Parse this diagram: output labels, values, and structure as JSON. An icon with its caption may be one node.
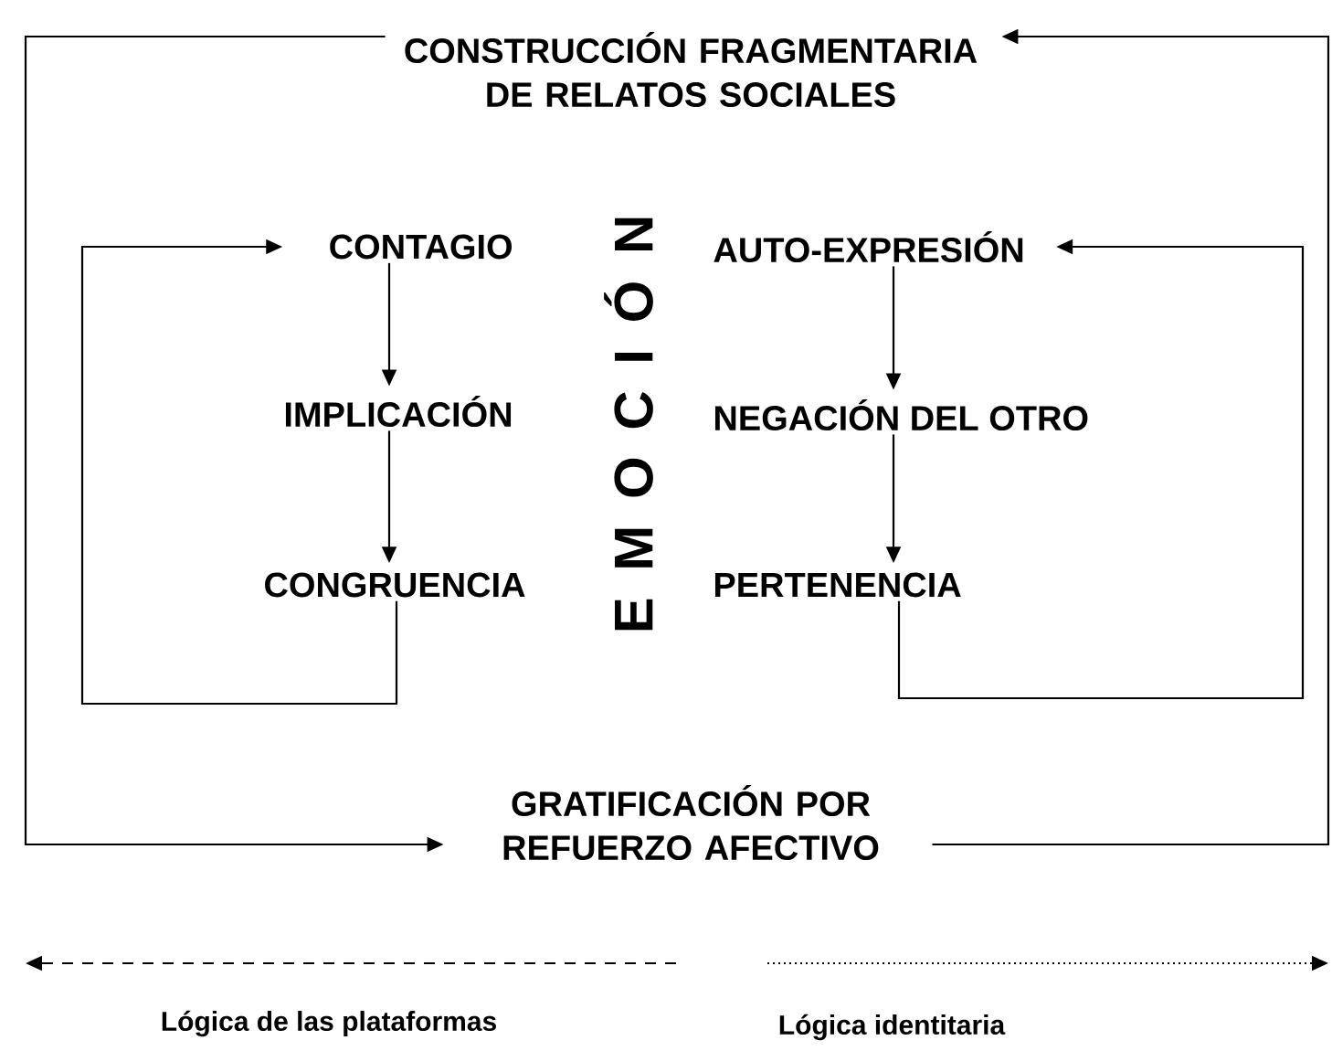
{
  "diagram": {
    "nodes": [
      {
        "text": [
          "CONSTRUCCIÓN FRAGMENTARIA DE RELATOS SOCIALES"
        ]
      },
      {
        "text": [
          "CONTAGIO"
        ]
      },
      {
        "text": [
          "AUTO-EXPRESIÓN"
        ]
      },
      {
        "text": [
          "IMPLICACIÓN"
        ]
      },
      {
        "text": [
          "NEGACIÓN DEL OTRO"
        ]
      },
      {
        "text": [
          "CONGRUENCIA"
        ]
      },
      {
        "text": [
          "PERTENENCIA"
        ]
      },
      {
        "text": [
          "GRATIFICACIÓN POR REFUERZO AFECTIVO"
        ]
      }
    ],
    "edges": [
      {
        "from": 0,
        "to": 7,
        "arrow": "to"
      },
      {
        "from": 7,
        "to": 0,
        "arrow": "to"
      },
      {
        "from": 1,
        "to": 3,
        "arrow": "to"
      },
      {
        "from": 3,
        "to": 5,
        "arrow": "to"
      },
      {
        "from": 5,
        "to": 1,
        "arrow": "to"
      },
      {
        "from": 2,
        "to": 4,
        "arrow": "to"
      },
      {
        "from": 4,
        "to": 6,
        "arrow": "to"
      },
      {
        "from": 6,
        "to": 2,
        "arrow": "to"
      }
    ],
    "labels": [
      "E M O C I Ó N",
      "Lógica de las plataformas",
      "Lógica identitaria"
    ]
  }
}
